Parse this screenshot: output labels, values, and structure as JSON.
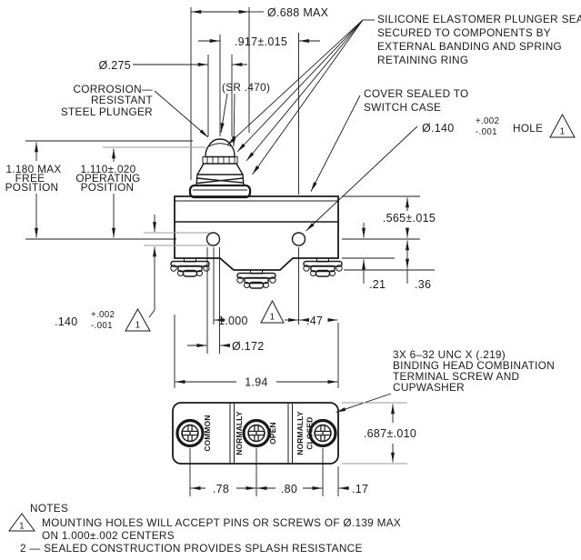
{
  "colors": {
    "ink": "#1a1a1a",
    "gray_extension_line": "#9a9a9a",
    "background": "#ffffff"
  },
  "notes_top_right": {
    "silicone": [
      "SILICONE ELASTOMER PLUNGER SEAL",
      "SECURED TO COMPONENTS BY",
      "EXTERNAL BANDING AND SPRING",
      "RETAINING RING"
    ],
    "cover": [
      "COVER SEALED TO",
      "SWITCH CASE"
    ],
    "hole_callout": {
      "dia": "Ø.140",
      "plus": "+.002",
      "minus": "-.001",
      "word": "HOLE",
      "flag": "1"
    }
  },
  "labels_left": {
    "plunger": [
      "CORROSION—",
      "RESISTANT",
      "STEEL PLUNGER"
    ],
    "free_position": [
      "1.180  MAX",
      "FREE",
      "POSITION"
    ],
    "operating_position": [
      "1.110±.020",
      "OPERATING",
      "POSITION"
    ],
    "hole_callout": {
      "value": ".140",
      "plus": "+.002",
      "minus": "-.001",
      "flag": "1"
    }
  },
  "dims": {
    "dia_boot": "Ø.688  MAX",
    "plunger_to_hole": ".917±.015",
    "dia_pin": "Ø.275",
    "sphere_radius": "(SR .470)",
    "case_top_to_hole": ".565±.015",
    "hole_to_side_bottom": ".21",
    "hole_to_notch": ".36",
    "hole_centers": "1.000",
    "hole_centers_flag": "1",
    "hole_to_edge": ".47",
    "dia_screw_hole": "Ø.172",
    "case_width": "1.94",
    "base_height": ".687±.010",
    "term_spacing_1": ".78",
    "term_spacing_2": ".80",
    "term_to_edge": ".17"
  },
  "screw_note": [
    "3X 6–32 UNC X (.219)",
    "BINDING HEAD COMBINATION",
    "TERMINAL SCREW AND",
    "CUPWASHER"
  ],
  "terminals": {
    "common": "COMMON",
    "no_line1": "NORMALLY",
    "no_line2": "OPEN",
    "nc_line1": "NORMALLY",
    "nc_line2": "CLOSED"
  },
  "notes": {
    "heading": "NOTES",
    "flag": "1",
    "note1_line1": "MOUNTING HOLES WILL ACCEPT PINS OR SCREWS OF Ø.139 MAX",
    "note1_line2": "ON 1.000±.002 CENTERS",
    "note2": "2 — SEALED CONSTRUCTION PROVIDES SPLASH RESISTANCE"
  }
}
